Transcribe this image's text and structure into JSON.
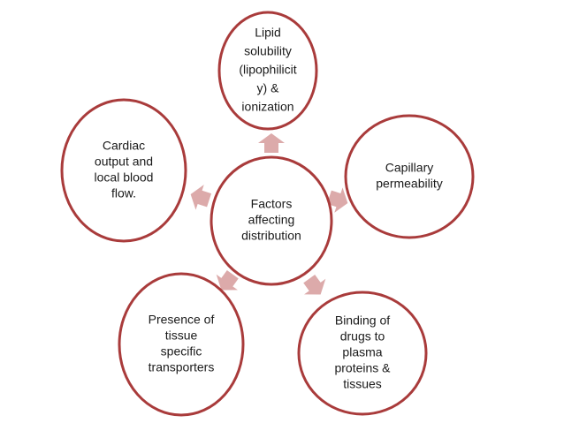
{
  "diagram": {
    "center": {
      "lines": [
        "Factors",
        "affecting",
        "distribution"
      ]
    },
    "nodes": [
      {
        "id": "lipid-solubility",
        "lines": [
          "Lipid",
          "solubility",
          "(lipophilicit",
          "y) &",
          "ionization"
        ]
      },
      {
        "id": "capillary-permeability",
        "lines": [
          "Capillary",
          "permeability"
        ]
      },
      {
        "id": "binding-of-drugs",
        "lines": [
          "Binding of",
          "drugs to",
          "plasma",
          "proteins &",
          "tissues"
        ]
      },
      {
        "id": "tissue-transporters",
        "lines": [
          "Presence of",
          "tissue",
          "specific",
          "transporters"
        ]
      },
      {
        "id": "cardiac-output",
        "lines": [
          "Cardiac",
          "output and",
          "local blood",
          "flow."
        ]
      }
    ],
    "colors": {
      "circle_stroke": "#a93b3b",
      "circle_fill": "#ffffff",
      "arrow_fill": "#dcaaaa",
      "text": "#1a1a1a"
    }
  }
}
